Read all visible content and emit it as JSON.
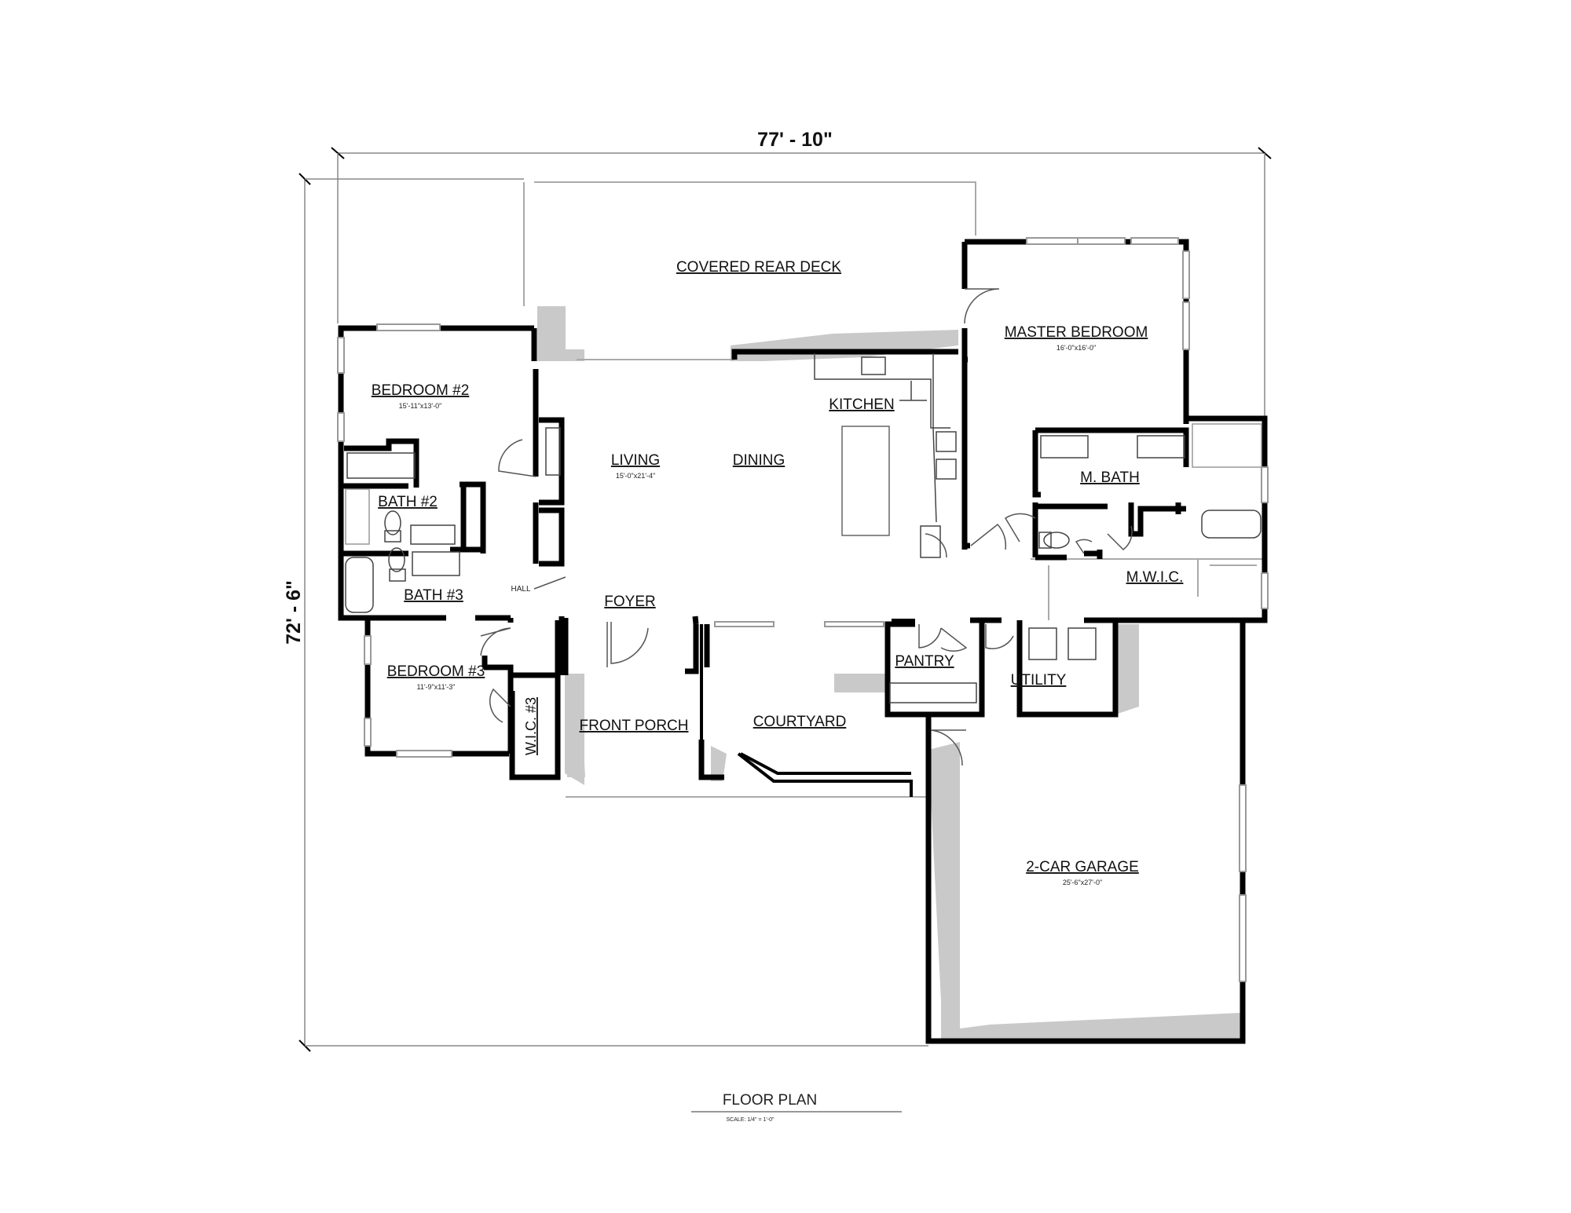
{
  "dimensions": {
    "width": "77' - 10\"",
    "depth": "72' - 6\""
  },
  "rooms": {
    "covered_rear_deck": "COVERED REAR DECK",
    "master_bedroom": "MASTER BEDROOM",
    "master_bedroom_size": "16'-0\"x16'-0\"",
    "kitchen": "KITCHEN",
    "bedroom2": "BEDROOM #2",
    "bedroom2_size": "15'-11\"x13'-0\"",
    "living": "LIVING",
    "living_size": "15'-0\"x21'-4\"",
    "dining": "DINING",
    "m_bath": "M. BATH",
    "bath2": "BATH #2",
    "bath3": "BATH #3",
    "hall": "HALL",
    "mwic": "M.W.I.C.",
    "foyer": "FOYER",
    "pantry": "PANTRY",
    "utility": "UTILITY",
    "bedroom3": "BEDROOM #3",
    "bedroom3_size": "11'-9\"x11'-3\"",
    "wic3": "W.I.C. #3",
    "front_porch": "FRONT PORCH",
    "courtyard": "COURTYARD",
    "garage": "2-CAR GARAGE",
    "garage_size": "25'-6\"x27'-0\""
  },
  "footer": {
    "title": "FLOOR PLAN",
    "scale": "SCALE: 1/4\" = 1'-0\""
  }
}
